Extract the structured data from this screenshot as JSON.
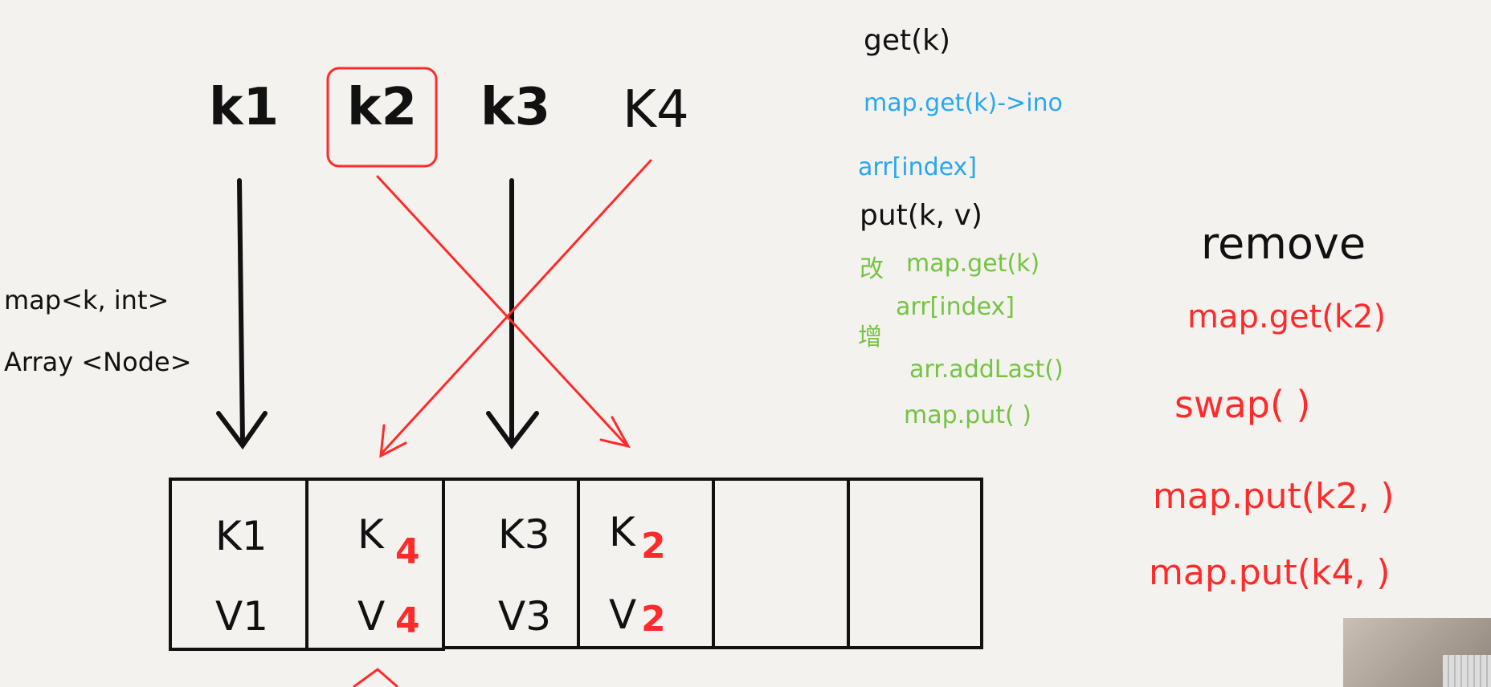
{
  "keys": [
    "k1",
    "k2",
    "k3",
    "K4"
  ],
  "left_notes": [
    "map<k, int>",
    "Array <Node>"
  ],
  "cells": [
    {
      "k": "K1",
      "v": "V1",
      "k_fix": "",
      "v_fix": ""
    },
    {
      "k": "K",
      "v": "V",
      "k_fix": "4",
      "v_fix": "4"
    },
    {
      "k": "K3",
      "v": "V3",
      "k_fix": "",
      "v_fix": ""
    },
    {
      "k": "K",
      "v": "V",
      "k_fix": "2",
      "v_fix": "2"
    },
    {
      "k": "",
      "v": "",
      "k_fix": "",
      "v_fix": ""
    },
    {
      "k": "",
      "v": "",
      "k_fix": "",
      "v_fix": ""
    }
  ],
  "get_block": {
    "title": "get(k)",
    "lines": [
      "map.get(k)->ino",
      "arr[index]"
    ]
  },
  "put_block": {
    "title": "put(k, v)",
    "lines": [
      "map.get(k)",
      "arr[index]",
      "arr.addLast()",
      "map.put( )"
    ],
    "side_chars": [
      "改",
      "增"
    ]
  },
  "remove_block": {
    "title": "remove",
    "lines": [
      "map.get(k2)",
      "swap( )",
      "map.put(k2, )",
      "map.put(k4, )"
    ]
  },
  "colors": {
    "ink": "#111111",
    "red": "#ff2a2a",
    "blue": "#29a8f0",
    "green": "#74c442",
    "paper": "#f4f2ef"
  }
}
